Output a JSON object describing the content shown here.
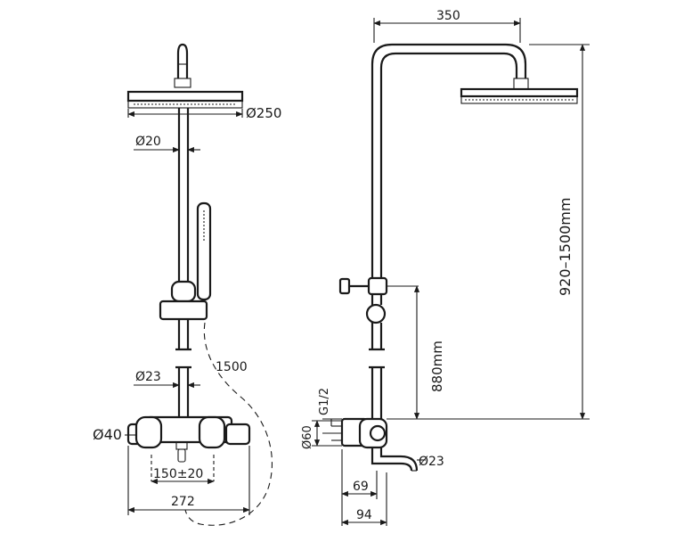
{
  "front_view": {
    "head_diameter": "Ø250",
    "pipe_diameter": "Ø20",
    "lower_pipe_diameter": "Ø23",
    "valve_diameter": "Ø40",
    "hose_length": "1500",
    "inlet_spacing": "150±20",
    "valve_width": "272"
  },
  "side_view": {
    "arm_reach": "350",
    "height_range": "920–1500mm",
    "bracket_height": "880mm",
    "thread": "G1/2",
    "body_diameter": "Ø60",
    "spout_diameter": "Ø23",
    "depth_inner": "69",
    "depth_outer": "94"
  }
}
